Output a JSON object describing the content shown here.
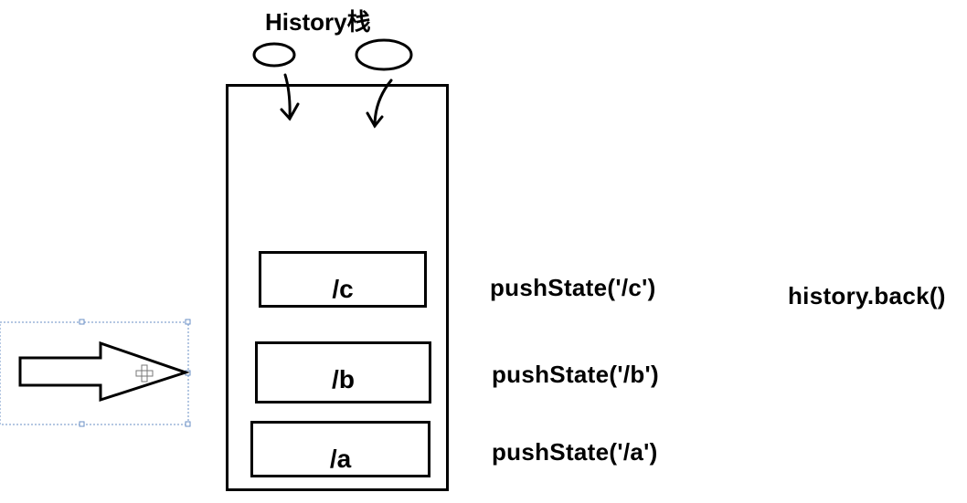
{
  "diagram": {
    "title": "History栈",
    "stack_entries": [
      {
        "label": "/c"
      },
      {
        "label": "/b"
      },
      {
        "label": "/a"
      }
    ],
    "push_calls": [
      {
        "label": "pushState('/c')"
      },
      {
        "label": "pushState('/b')"
      },
      {
        "label": "pushState('/a')"
      }
    ],
    "back_call": "history.back()"
  }
}
